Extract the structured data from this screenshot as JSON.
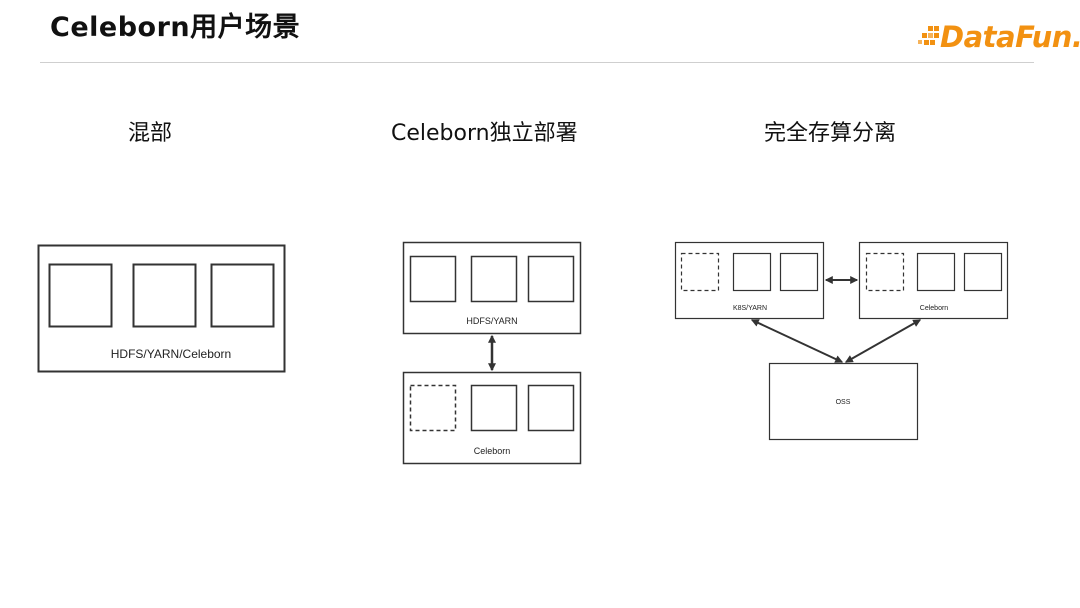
{
  "slide": {
    "title": "Celeborn用户场景"
  },
  "logo": {
    "text": "DataFun.",
    "color": "#f29111"
  },
  "colors": {
    "line": "#333333",
    "rule": "#cfcfcf"
  },
  "scenarios": [
    {
      "heading": "混部",
      "boxes": [
        {
          "label": "HDFS/YARN/Celeborn",
          "slots": [
            "solid",
            "solid",
            "solid"
          ]
        }
      ]
    },
    {
      "heading": "Celeborn独立部署",
      "boxes": [
        {
          "label": "HDFS/YARN",
          "slots": [
            "solid",
            "solid",
            "solid"
          ]
        },
        {
          "label": "Celeborn",
          "slots": [
            "dashed",
            "solid",
            "solid"
          ]
        }
      ]
    },
    {
      "heading": "完全存算分离",
      "boxes": [
        {
          "label": "K8S/YARN",
          "slots": [
            "dashed",
            "solid",
            "solid"
          ]
        },
        {
          "label": "Celeborn",
          "slots": [
            "dashed",
            "solid",
            "solid"
          ]
        },
        {
          "label": "OSS",
          "slots": []
        }
      ]
    }
  ]
}
